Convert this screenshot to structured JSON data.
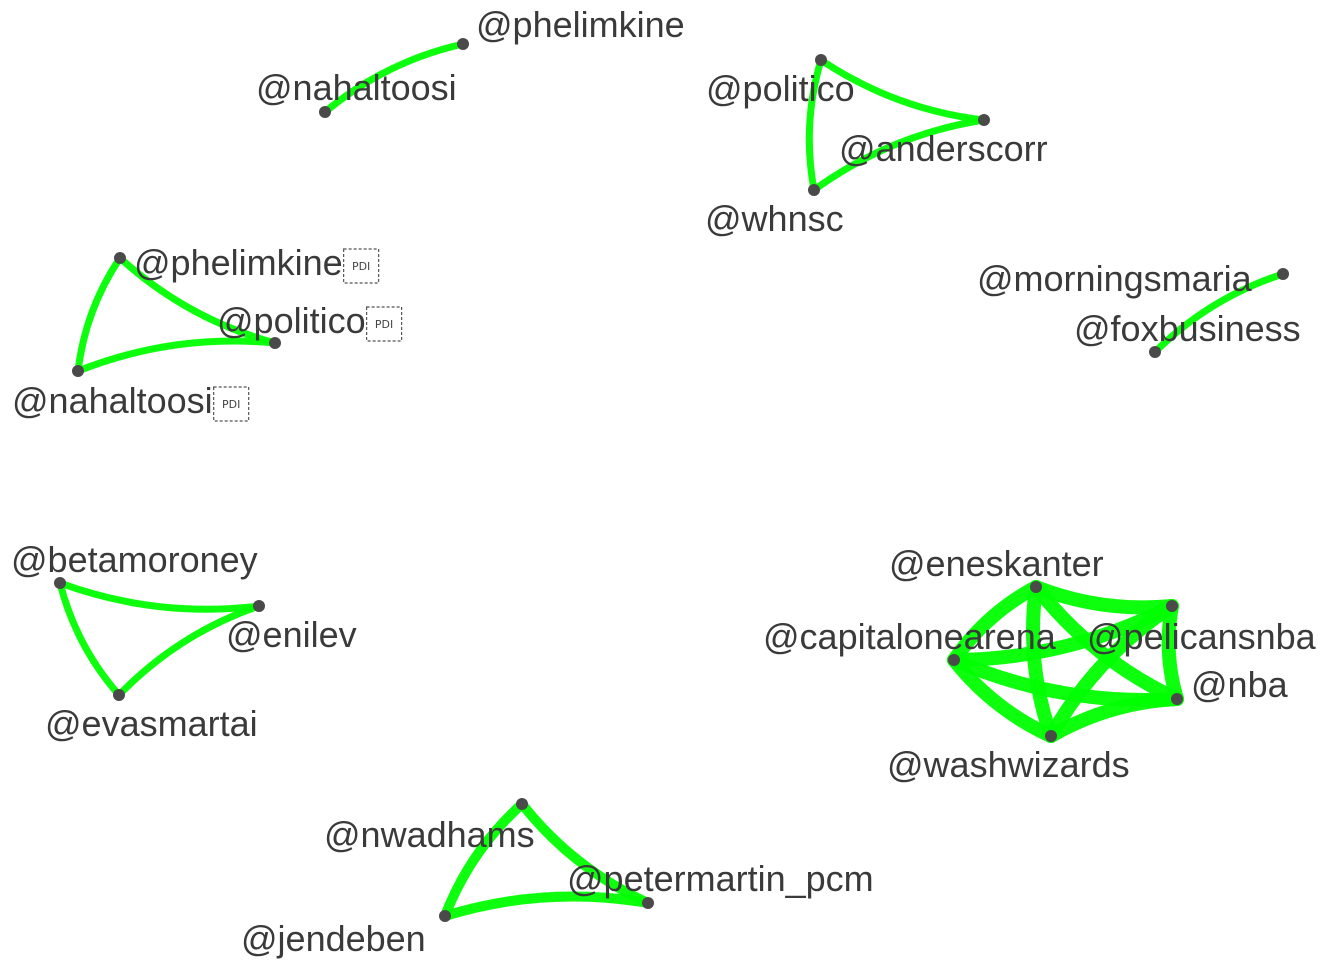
{
  "graph": {
    "edge_color": "#00ff00",
    "node_color": "#4a4a4a",
    "label_color": "#3a3a3a",
    "clusters": [
      {
        "nodes": [
          "@phelimkine",
          "@nahaltoosi"
        ],
        "edges": [
          [
            "@phelimkine",
            "@nahaltoosi",
            1
          ]
        ]
      },
      {
        "nodes": [
          "@politico",
          "@anderscorr",
          "@whnsc"
        ],
        "edges": [
          [
            "@politico",
            "@anderscorr",
            1
          ],
          [
            "@anderscorr",
            "@whnsc",
            1
          ],
          [
            "@politico",
            "@whnsc",
            1
          ]
        ]
      },
      {
        "nodes": [
          "@phelimkine⁩",
          "@politico⁩",
          "@nahaltoosi⁩"
        ],
        "edges": [
          [
            "@phelimkine⁩",
            "@politico⁩",
            1
          ],
          [
            "@phelimkine⁩",
            "@nahaltoosi⁩",
            1
          ],
          [
            "@politico⁩",
            "@nahaltoosi⁩",
            1
          ]
        ]
      },
      {
        "nodes": [
          "@morningsmaria",
          "@foxbusiness"
        ],
        "edges": [
          [
            "@morningsmaria",
            "@foxbusiness",
            1
          ]
        ]
      },
      {
        "nodes": [
          "@betamoroney",
          "@enilev",
          "@evasmartai"
        ],
        "edges": [
          [
            "@betamoroney",
            "@enilev",
            1
          ],
          [
            "@betamoroney",
            "@evasmartai",
            1
          ],
          [
            "@enilev",
            "@evasmartai",
            1
          ]
        ]
      },
      {
        "nodes": [
          "@eneskanter",
          "@capitalonearena",
          "@pelicansnba",
          "@nba",
          "@washwizards"
        ],
        "edges": [
          [
            "@eneskanter",
            "@capitalonearena",
            3
          ],
          [
            "@eneskanter",
            "@pelicansnba",
            3
          ],
          [
            "@eneskanter",
            "@nba",
            3
          ],
          [
            "@eneskanter",
            "@washwizards",
            3
          ],
          [
            "@capitalonearena",
            "@pelicansnba",
            3
          ],
          [
            "@capitalonearena",
            "@nba",
            3
          ],
          [
            "@capitalonearena",
            "@washwizards",
            3
          ],
          [
            "@pelicansnba",
            "@nba",
            3
          ],
          [
            "@pelicansnba",
            "@washwizards",
            3
          ],
          [
            "@nba",
            "@washwizards",
            3
          ]
        ]
      },
      {
        "nodes": [
          "@nwadhams",
          "@petermartin_pcm",
          "@jendeben"
        ],
        "edges": [
          [
            "@nwadhams",
            "@petermartin_pcm",
            2
          ],
          [
            "@nwadhams",
            "@jendeben",
            2
          ],
          [
            "@petermartin_pcm",
            "@jendeben",
            2
          ]
        ]
      }
    ]
  }
}
